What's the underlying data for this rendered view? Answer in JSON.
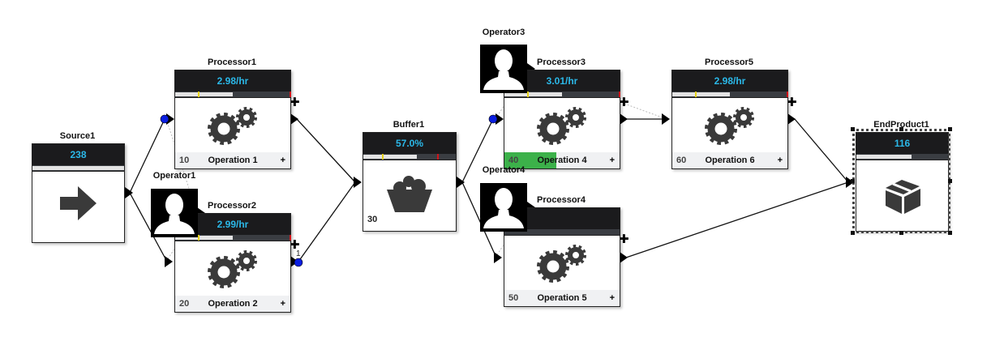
{
  "nodes": {
    "source1": {
      "name": "Source1",
      "value": "238",
      "icon": "arrow-right-icon"
    },
    "processor1": {
      "name": "Processor1",
      "value": "2.98/hr",
      "count": "10",
      "operation": "Operation 1",
      "plus": "+"
    },
    "processor2": {
      "name": "Processor2",
      "value": "2.99/hr",
      "count": "20",
      "operation": "Operation 2",
      "plus": "+"
    },
    "buffer1": {
      "name": "Buffer1",
      "value": "57.0%",
      "count": "30",
      "icon": "basket-icon"
    },
    "processor3": {
      "name": "Processor3",
      "value": "3.01/hr",
      "count": "40",
      "operation": "Operation 4",
      "plus": "+",
      "progress": 0.45
    },
    "processor4": {
      "name": "Processor4",
      "value": "",
      "count": "50",
      "operation": "Operation 5",
      "plus": "+"
    },
    "processor5": {
      "name": "Processor5",
      "value": "2.98/hr",
      "count": "60",
      "operation": "Operation 6",
      "plus": "+"
    },
    "endproduct1": {
      "name": "EndProduct1",
      "value": "116",
      "icon": "box-icon"
    }
  },
  "operators": {
    "operator1": {
      "name": "Operator1"
    },
    "operator3": {
      "name": "Operator3"
    },
    "operator4": {
      "name": "Operator4"
    }
  },
  "port_label": "1",
  "colors": {
    "header": "#1b1b1d",
    "value_text": "#2bb8e8",
    "icon": "#3a3a3a",
    "port": "#0a1ee0",
    "progress": "#3cb14a",
    "marker_yellow": "#e6d21a",
    "marker_red": "#d0141a"
  }
}
